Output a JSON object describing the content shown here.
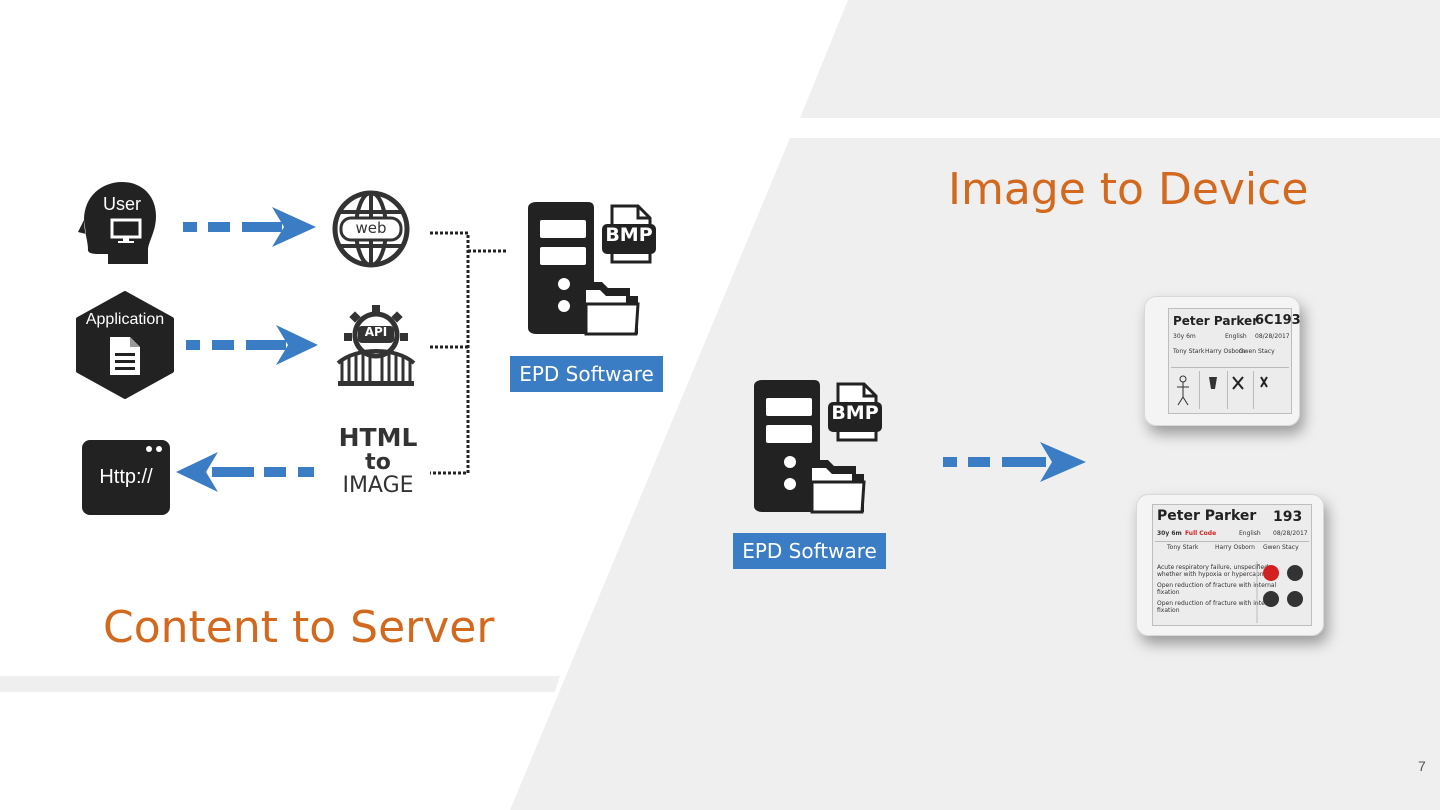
{
  "left": {
    "title": "Content to Server",
    "sources": [
      {
        "label": "User",
        "icon": "user-head-monitor-icon"
      },
      {
        "label": "Application",
        "icon": "application-document-hexagon-icon"
      },
      {
        "label": "Http://",
        "icon": "browser-window-icon"
      }
    ],
    "channels": [
      {
        "label": "web",
        "icon": "web-globe-icon"
      },
      {
        "label": "API",
        "icon": "api-gateway-icon"
      },
      {
        "label_lines": [
          "HTML",
          "to",
          "IMAGE"
        ],
        "icon": "html-to-image-icon"
      }
    ],
    "server": {
      "badge": "BMP",
      "label": "EPD Software",
      "icon": "server-bmp-folder-icon"
    }
  },
  "right": {
    "title": "Image to Device",
    "server": {
      "badge": "BMP",
      "label": "EPD Software",
      "icon": "server-bmp-folder-icon"
    },
    "devices": [
      {
        "name": "Peter Parker",
        "room": "6C193",
        "age": "30y 6m",
        "date": "08/28/2017",
        "language": "English",
        "contacts": [
          "Tony Stark",
          "Harry Osborn",
          "Gwen Stacy"
        ]
      },
      {
        "name": "Peter Parker",
        "room": "193",
        "age": "30y 6m",
        "status": "Full Code",
        "language": "English",
        "date": "08/28/2017",
        "contacts": [
          "Tony Stark",
          "Harry Osborn",
          "Gwen Stacy"
        ],
        "notes": [
          "Acute respiratory failure, unspecified",
          "whether with hypoxia or hypercapnia",
          "Open reduction of fracture with internal",
          "fixation",
          "Open reduction of fracture with internal",
          "fixation"
        ]
      }
    ]
  },
  "page_number": "7",
  "colors": {
    "accent_orange": "#D2691E",
    "arrow_blue": "#3B7DC4",
    "panel_gray": "#EFEFEF"
  }
}
